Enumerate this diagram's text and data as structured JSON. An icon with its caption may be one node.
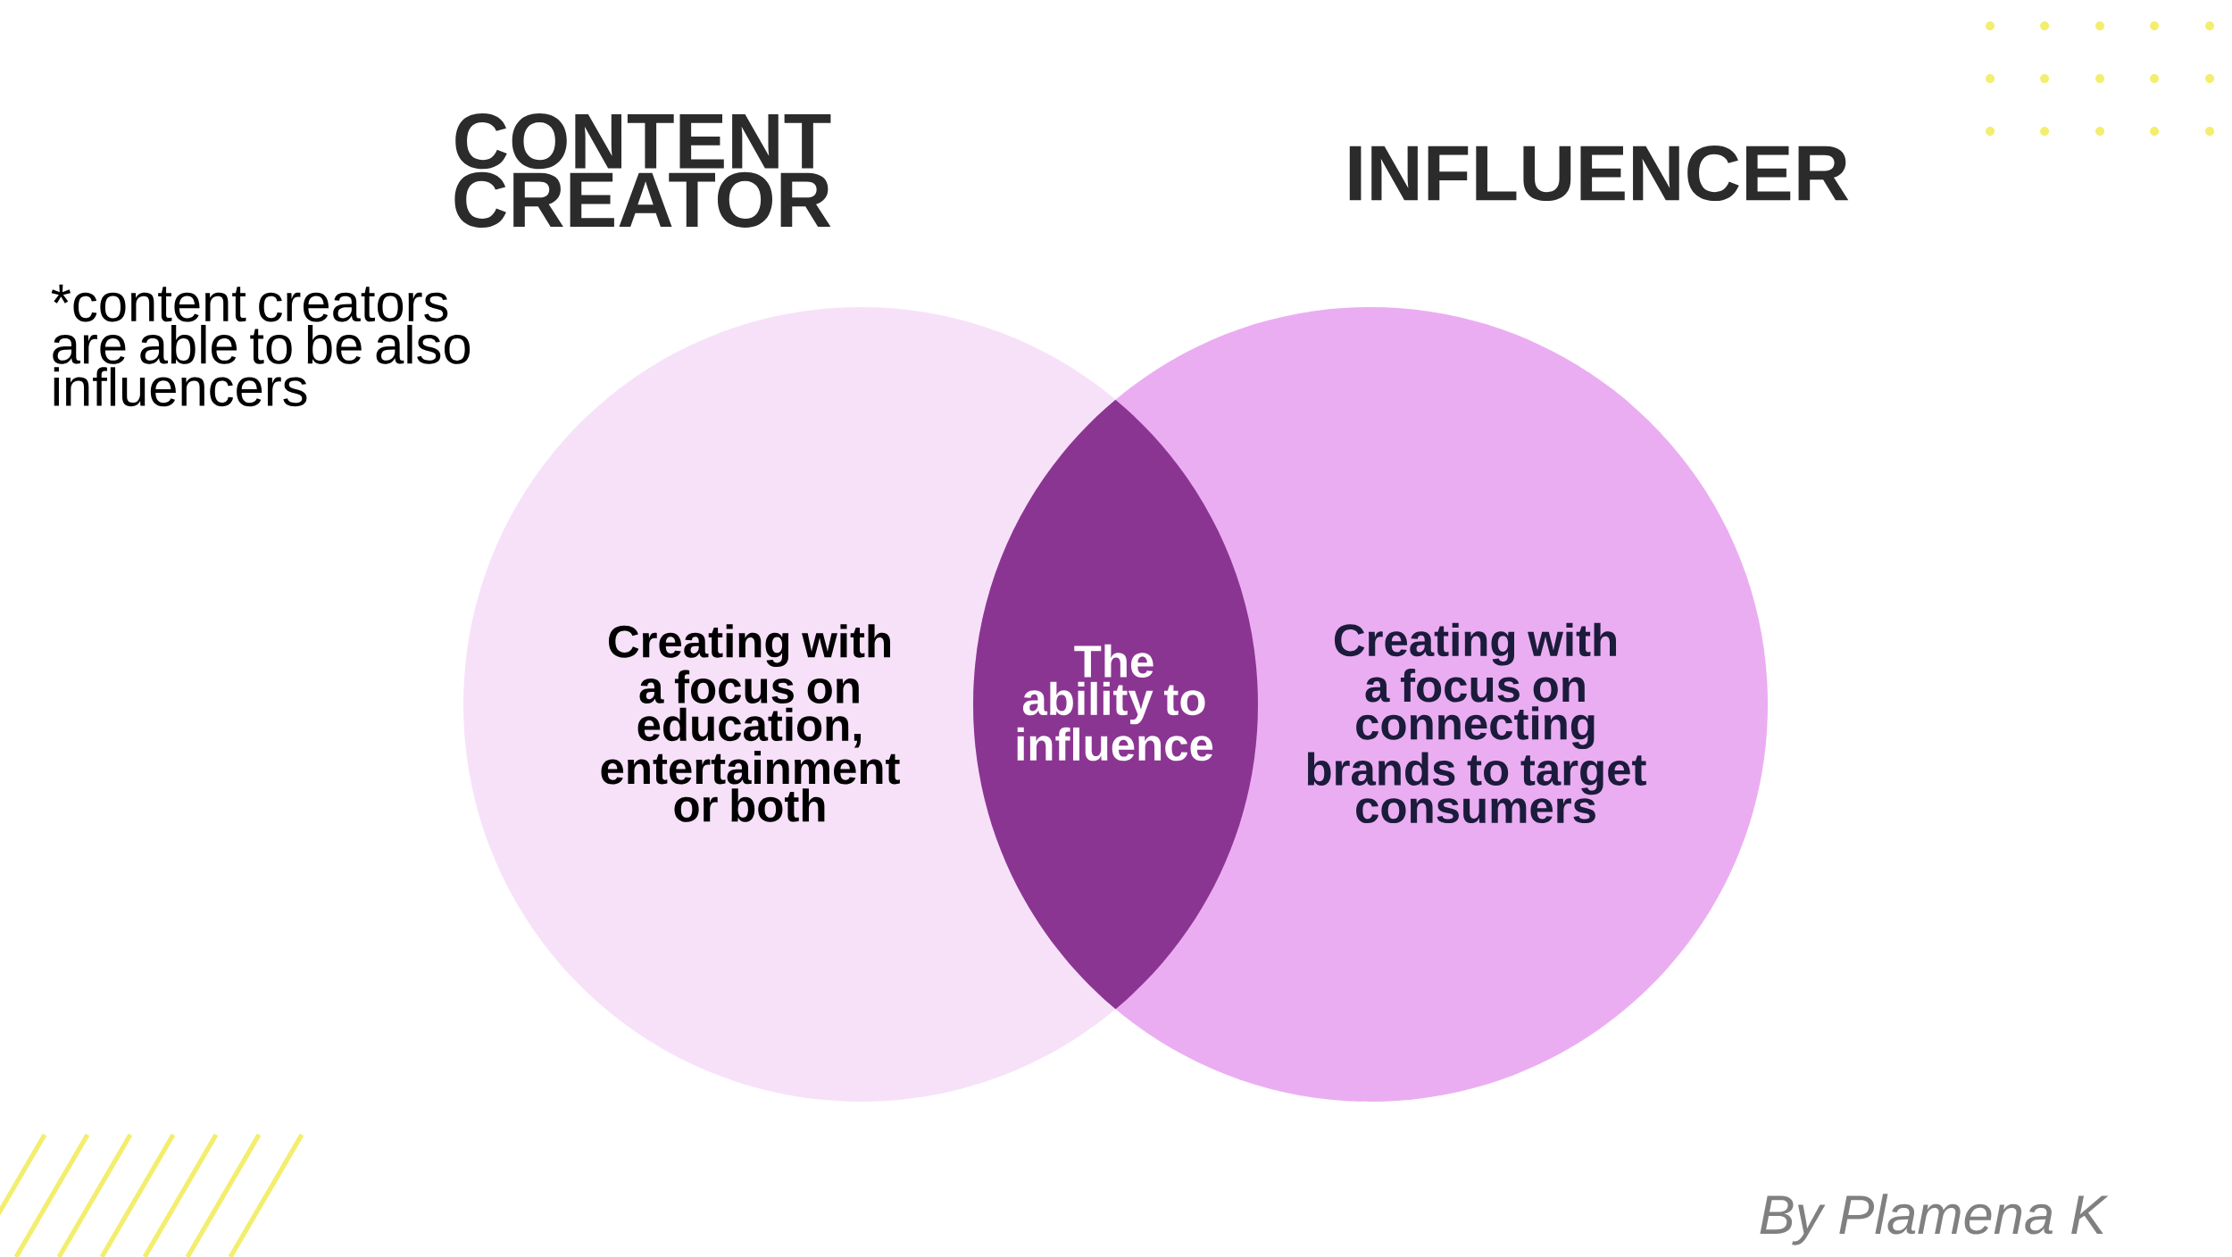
{
  "diagram": {
    "nodes": [
      {
        "text": [
          "CONTENT CREATOR",
          "Creating with a focus on education, entertainment or both"
        ]
      },
      {
        "text": [
          "INFLUENCER",
          "Creating with a focus on connecting brands to target consumers"
        ]
      },
      {
        "text": [
          "The ability to influence"
        ]
      }
    ],
    "labels": [
      "*content creators are able to be also influencers",
      "By Plamena K"
    ]
  }
}
